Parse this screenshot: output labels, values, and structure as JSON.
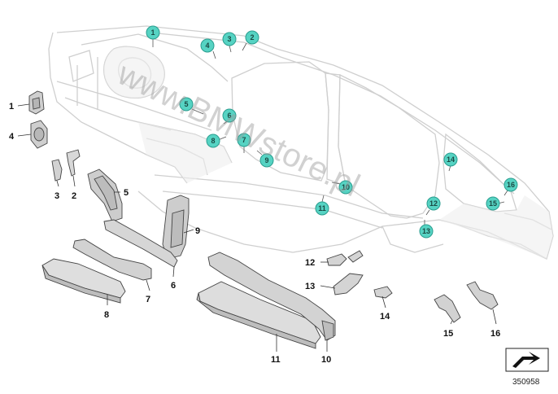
{
  "diagram": {
    "watermark": "www.BMWstore.pl",
    "document_id": "350958",
    "body_callouts": [
      "1",
      "2",
      "3",
      "4",
      "5",
      "6",
      "7",
      "8",
      "9",
      "10",
      "11",
      "12",
      "13",
      "14",
      "15",
      "16"
    ],
    "part_labels": {
      "p1": "1",
      "p2": "2",
      "p3": "3",
      "p4": "4",
      "p5": "5",
      "p6": "6",
      "p7": "7",
      "p8": "8",
      "p9": "9",
      "p10": "10",
      "p11": "11",
      "p12": "12",
      "p13": "13",
      "p14": "14",
      "p15": "15",
      "p16": "16"
    },
    "colors": {
      "callout_fill": "#56d3c3",
      "callout_stroke": "#2a9d8f",
      "body_line": "#c8c8c8",
      "part_fill": "#d6d6d6"
    }
  }
}
